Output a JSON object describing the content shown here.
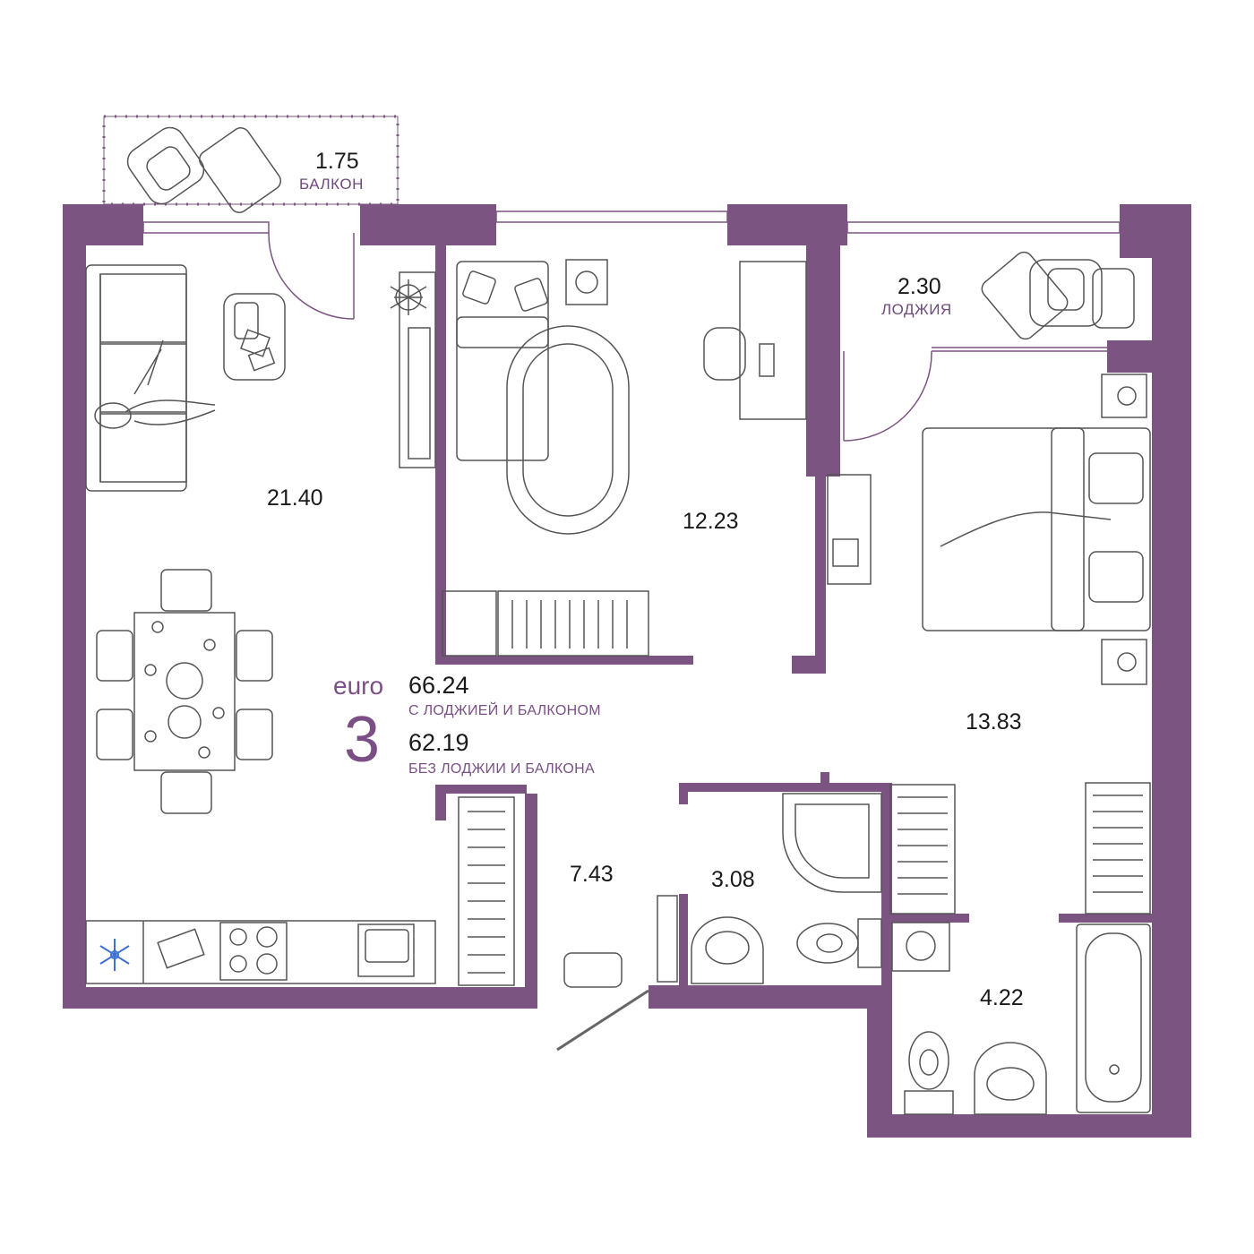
{
  "colors": {
    "wall": "#7b5482",
    "line": "#555555",
    "accent": "#7b4f86",
    "snow": "#3b6fd1"
  },
  "summary": {
    "brand": "euro",
    "rooms_count": "3",
    "area_total": "66.24",
    "area_total_caption": "С ЛОДЖИЕЙ И БАЛКОНОМ",
    "area_net": "62.19",
    "area_net_caption": "БЕЗ ЛОДЖИИ И БАЛКОНА"
  },
  "rooms": {
    "balcony": {
      "area": "1.75",
      "name": "БАЛКОН"
    },
    "loggia": {
      "area": "2.30",
      "name": "ЛОДЖИЯ"
    },
    "living": {
      "area": "21.40"
    },
    "bedroom_middle": {
      "area": "12.23"
    },
    "bedroom_right": {
      "area": "13.83"
    },
    "hall": {
      "area": "7.43"
    },
    "wc": {
      "area": "3.08"
    },
    "bathroom": {
      "area": "4.22"
    }
  },
  "icons": [
    "snowflake-icon",
    "armchair-icon",
    "sofa-icon",
    "dining-table-icon",
    "bed-icon",
    "washing-machine-icon",
    "toilet-icon",
    "sink-icon",
    "bathtub-icon",
    "shower-icon",
    "radiator-icon",
    "stove-icon",
    "plant-icon"
  ]
}
